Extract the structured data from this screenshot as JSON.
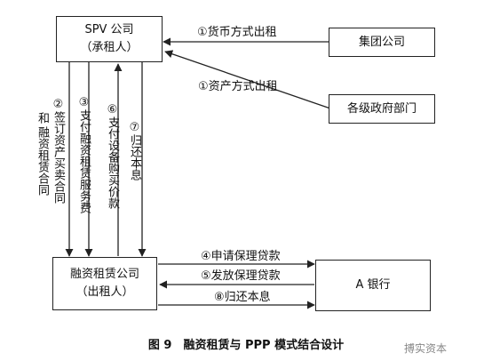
{
  "nodes": {
    "spv": {
      "title": "SPV 公司",
      "subtitle": "（承租人）"
    },
    "group": {
      "title": "集团公司"
    },
    "gov": {
      "title": "各级政府部门"
    },
    "lessor": {
      "title": "融资租赁公司",
      "subtitle": "（出租人）"
    },
    "bank": {
      "title": "A 银行"
    }
  },
  "flows": {
    "f1_money": "①货币方式出租",
    "f1_asset": "①资产方式出租",
    "f2": "②签订资产买卖合同",
    "f2_prefix": "和",
    "f2_cont": "融资租赁合同",
    "f3": "③支付融资租赁服务费",
    "f6": "⑥支付设备购买价款",
    "f7": "⑦归还本息",
    "f4": "④申请保理贷款",
    "f5": "⑤发放保理贷款",
    "f8": "⑧归还本息"
  },
  "caption": "图 9　融资租赁与 PPP 模式结合设计",
  "watermark": "搏实资本"
}
